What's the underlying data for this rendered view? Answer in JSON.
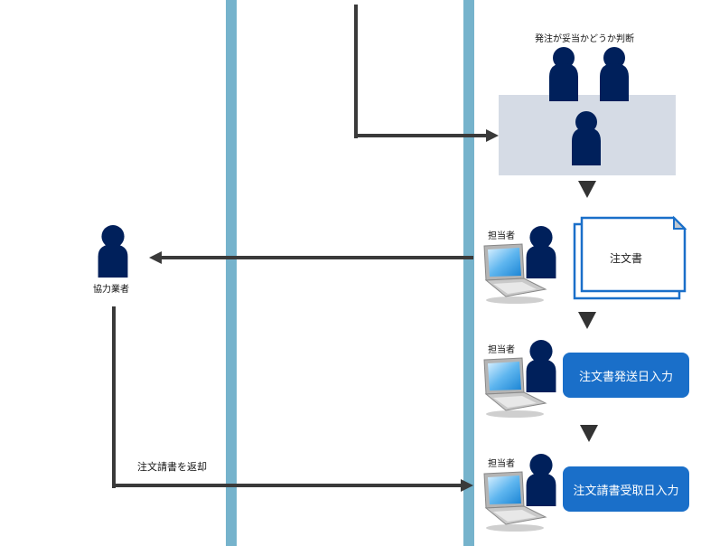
{
  "diagram": {
    "lanes": [
      "left-lane-divider",
      "right-lane-divider"
    ],
    "colors": {
      "lane_bar": "#76b3cc",
      "arrow": "#3a3a3a",
      "person": "#00205b",
      "judge_box": "#d5dbe5",
      "action_button": "#1a6fc9",
      "document_border": "#1a6fc9"
    },
    "judge_step": {
      "label": "発注が妥当かどうか判断",
      "people_count": 3
    },
    "order_document": {
      "label": "注文書",
      "staff_label": "担当者"
    },
    "contractor": {
      "label": "協力業者"
    },
    "send_date_step": {
      "staff_label": "担当者",
      "button_label": "注文書発送日入力"
    },
    "receive_date_step": {
      "staff_label": "担当者",
      "button_label": "注文請書受取日入力"
    },
    "return_arrow": {
      "label": "注文請書を返却"
    }
  }
}
